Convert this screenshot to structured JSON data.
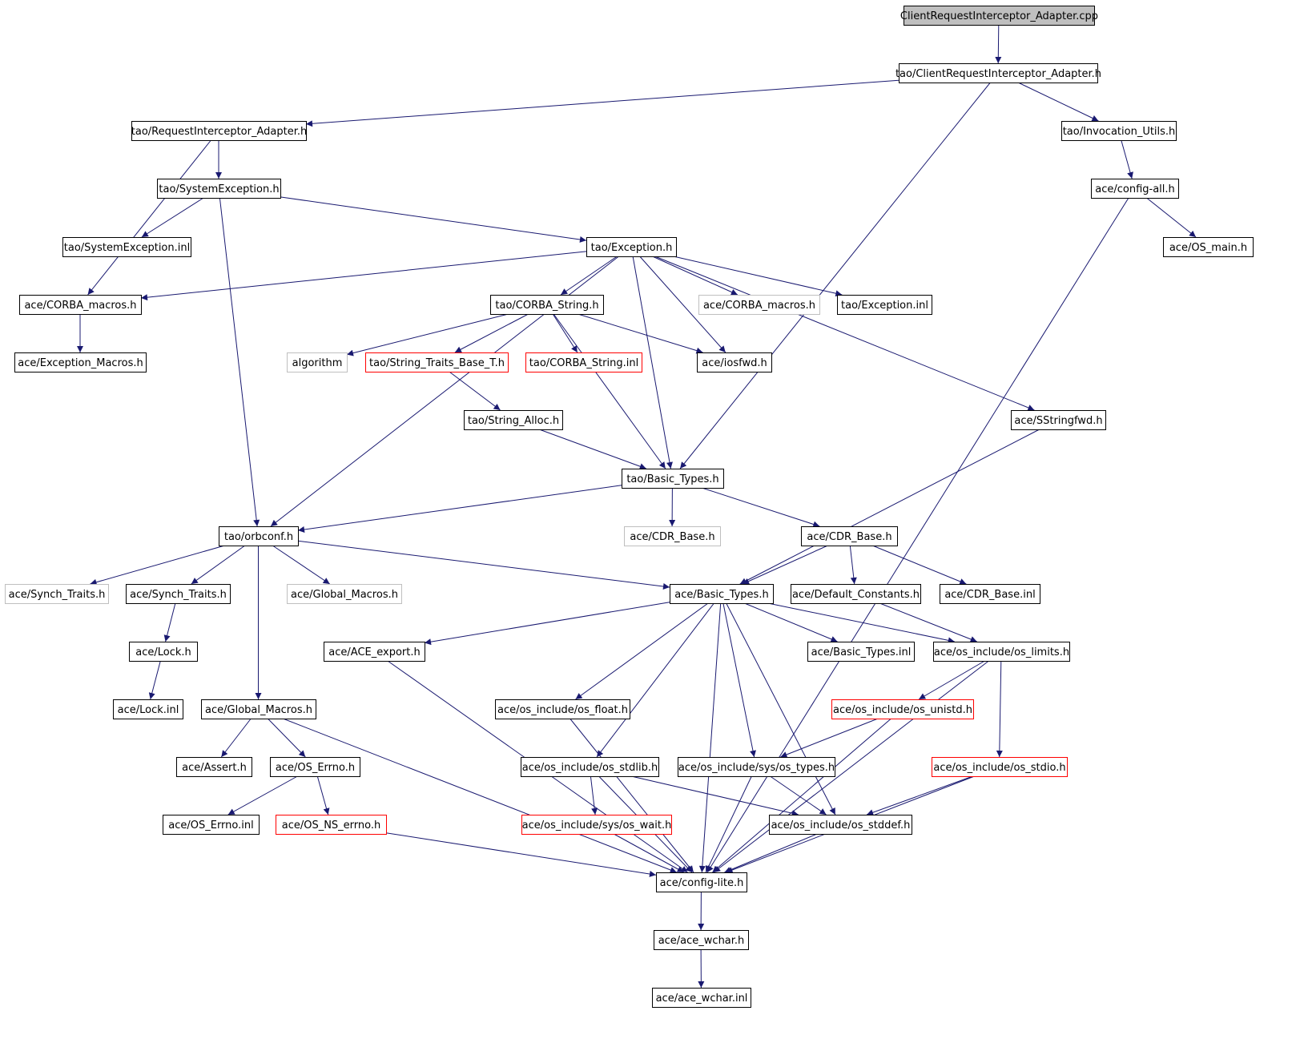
{
  "colors": {
    "edge": "#191970",
    "normal_border": "#000000",
    "red_border": "#ff0000",
    "gray_border": "#bfbfbf",
    "root_fill": "#bfbfbf",
    "fill": "#ffffff"
  },
  "nodes": [
    {
      "id": "root",
      "label": "ClientRequestInterceptor_Adapter.cpp",
      "style": "root"
    },
    {
      "id": "n_cria",
      "label": "tao/ClientRequestInterceptor_Adapter.h",
      "style": "normal"
    },
    {
      "id": "n_ria",
      "label": "tao/RequestInterceptor_Adapter.h",
      "style": "normal"
    },
    {
      "id": "n_inv",
      "label": "tao/Invocation_Utils.h",
      "style": "normal"
    },
    {
      "id": "n_sysex",
      "label": "tao/SystemException.h",
      "style": "normal"
    },
    {
      "id": "n_cfgall",
      "label": "ace/config-all.h",
      "style": "normal"
    },
    {
      "id": "n_sysexinl",
      "label": "tao/SystemException.inl",
      "style": "normal"
    },
    {
      "id": "n_exc",
      "label": "tao/Exception.h",
      "style": "normal"
    },
    {
      "id": "n_osmain",
      "label": "ace/OS_main.h",
      "style": "normal"
    },
    {
      "id": "n_corbamac",
      "label": "ace/CORBA_macros.h",
      "style": "normal"
    },
    {
      "id": "n_corbastr",
      "label": "tao/CORBA_String.h",
      "style": "normal"
    },
    {
      "id": "n_corbamac2",
      "label": "ace/CORBA_macros.h",
      "style": "gray"
    },
    {
      "id": "n_excinl",
      "label": "tao/Exception.inl",
      "style": "normal"
    },
    {
      "id": "n_excmac",
      "label": "ace/Exception_Macros.h",
      "style": "normal"
    },
    {
      "id": "n_algo",
      "label": "algorithm",
      "style": "gray"
    },
    {
      "id": "n_strtraits",
      "label": "tao/String_Traits_Base_T.h",
      "style": "red"
    },
    {
      "id": "n_corbastrinl",
      "label": "tao/CORBA_String.inl",
      "style": "red"
    },
    {
      "id": "n_iosfwd",
      "label": "ace/iosfwd.h",
      "style": "normal"
    },
    {
      "id": "n_stralloc",
      "label": "tao/String_Alloc.h",
      "style": "normal"
    },
    {
      "id": "n_sstrfwd",
      "label": "ace/SStringfwd.h",
      "style": "normal"
    },
    {
      "id": "n_taobt",
      "label": "tao/Basic_Types.h",
      "style": "normal"
    },
    {
      "id": "n_orbconf",
      "label": "tao/orbconf.h",
      "style": "normal"
    },
    {
      "id": "n_cdrbase_g",
      "label": "ace/CDR_Base.h",
      "style": "gray"
    },
    {
      "id": "n_cdrbase",
      "label": "ace/CDR_Base.h",
      "style": "normal"
    },
    {
      "id": "n_synch_g",
      "label": "ace/Synch_Traits.h",
      "style": "gray"
    },
    {
      "id": "n_synch",
      "label": "ace/Synch_Traits.h",
      "style": "normal"
    },
    {
      "id": "n_globmac_g",
      "label": "ace/Global_Macros.h",
      "style": "gray"
    },
    {
      "id": "n_acebt",
      "label": "ace/Basic_Types.h",
      "style": "normal"
    },
    {
      "id": "n_defconst",
      "label": "ace/Default_Constants.h",
      "style": "normal"
    },
    {
      "id": "n_cdrinl",
      "label": "ace/CDR_Base.inl",
      "style": "normal"
    },
    {
      "id": "n_lock",
      "label": "ace/Lock.h",
      "style": "normal"
    },
    {
      "id": "n_aceexport",
      "label": "ace/ACE_export.h",
      "style": "normal"
    },
    {
      "id": "n_btinl",
      "label": "ace/Basic_Types.inl",
      "style": "normal"
    },
    {
      "id": "n_oslimits",
      "label": "ace/os_include/os_limits.h",
      "style": "normal"
    },
    {
      "id": "n_lockinl",
      "label": "ace/Lock.inl",
      "style": "normal"
    },
    {
      "id": "n_globmac",
      "label": "ace/Global_Macros.h",
      "style": "normal"
    },
    {
      "id": "n_osfloat",
      "label": "ace/os_include/os_float.h",
      "style": "normal"
    },
    {
      "id": "n_osunistd",
      "label": "ace/os_include/os_unistd.h",
      "style": "red"
    },
    {
      "id": "n_assert",
      "label": "ace/Assert.h",
      "style": "normal"
    },
    {
      "id": "n_oserrno",
      "label": "ace/OS_Errno.h",
      "style": "normal"
    },
    {
      "id": "n_osstdlib",
      "label": "ace/os_include/os_stdlib.h",
      "style": "normal"
    },
    {
      "id": "n_ostypes",
      "label": "ace/os_include/sys/os_types.h",
      "style": "normal"
    },
    {
      "id": "n_osstdio",
      "label": "ace/os_include/os_stdio.h",
      "style": "red"
    },
    {
      "id": "n_oserrnoinl",
      "label": "ace/OS_Errno.inl",
      "style": "normal"
    },
    {
      "id": "n_osnserrno",
      "label": "ace/OS_NS_errno.h",
      "style": "red"
    },
    {
      "id": "n_oswait",
      "label": "ace/os_include/sys/os_wait.h",
      "style": "red"
    },
    {
      "id": "n_osstddef",
      "label": "ace/os_include/os_stddef.h",
      "style": "normal"
    },
    {
      "id": "n_cfglite",
      "label": "ace/config-lite.h",
      "style": "normal"
    },
    {
      "id": "n_wchar",
      "label": "ace/ace_wchar.h",
      "style": "normal"
    },
    {
      "id": "n_wcharinl",
      "label": "ace/ace_wchar.inl",
      "style": "normal"
    }
  ],
  "edges": [
    [
      "root",
      "n_cria"
    ],
    [
      "n_cria",
      "n_ria"
    ],
    [
      "n_cria",
      "n_inv"
    ],
    [
      "n_cria",
      "n_taobt"
    ],
    [
      "n_ria",
      "n_sysex"
    ],
    [
      "n_ria",
      "n_corbamac"
    ],
    [
      "n_inv",
      "n_cfgall"
    ],
    [
      "n_cfgall",
      "n_osmain"
    ],
    [
      "n_cfgall",
      "n_cfglite"
    ],
    [
      "n_sysex",
      "n_sysexinl"
    ],
    [
      "n_sysex",
      "n_exc"
    ],
    [
      "n_sysex",
      "n_orbconf"
    ],
    [
      "n_exc",
      "n_corbamac"
    ],
    [
      "n_exc",
      "n_corbastr"
    ],
    [
      "n_exc",
      "n_corbamac2"
    ],
    [
      "n_exc",
      "n_excinl"
    ],
    [
      "n_exc",
      "n_iosfwd"
    ],
    [
      "n_exc",
      "n_taobt"
    ],
    [
      "n_exc",
      "n_orbconf"
    ],
    [
      "n_exc",
      "n_sstrfwd"
    ],
    [
      "n_corbamac",
      "n_excmac"
    ],
    [
      "n_corbastr",
      "n_algo"
    ],
    [
      "n_corbastr",
      "n_strtraits"
    ],
    [
      "n_corbastr",
      "n_corbastrinl"
    ],
    [
      "n_corbastr",
      "n_iosfwd"
    ],
    [
      "n_corbastr",
      "n_taobt"
    ],
    [
      "n_strtraits",
      "n_stralloc"
    ],
    [
      "n_stralloc",
      "n_taobt"
    ],
    [
      "n_sstrfwd",
      "n_acebt"
    ],
    [
      "n_taobt",
      "n_orbconf"
    ],
    [
      "n_taobt",
      "n_cdrbase_g"
    ],
    [
      "n_taobt",
      "n_cdrbase"
    ],
    [
      "n_orbconf",
      "n_synch_g"
    ],
    [
      "n_orbconf",
      "n_synch"
    ],
    [
      "n_orbconf",
      "n_globmac_g"
    ],
    [
      "n_orbconf",
      "n_acebt"
    ],
    [
      "n_orbconf",
      "n_globmac"
    ],
    [
      "n_cdrbase",
      "n_acebt"
    ],
    [
      "n_cdrbase",
      "n_defconst"
    ],
    [
      "n_cdrbase",
      "n_cdrinl"
    ],
    [
      "n_synch",
      "n_lock"
    ],
    [
      "n_lock",
      "n_lockinl"
    ],
    [
      "n_acebt",
      "n_aceexport"
    ],
    [
      "n_acebt",
      "n_btinl"
    ],
    [
      "n_acebt",
      "n_oslimits"
    ],
    [
      "n_acebt",
      "n_osfloat"
    ],
    [
      "n_acebt",
      "n_osstdlib"
    ],
    [
      "n_acebt",
      "n_ostypes"
    ],
    [
      "n_acebt",
      "n_osstddef"
    ],
    [
      "n_acebt",
      "n_cfglite"
    ],
    [
      "n_defconst",
      "n_oslimits"
    ],
    [
      "n_aceexport",
      "n_cfglite"
    ],
    [
      "n_oslimits",
      "n_osunistd"
    ],
    [
      "n_oslimits",
      "n_osstdio"
    ],
    [
      "n_oslimits",
      "n_cfglite"
    ],
    [
      "n_globmac",
      "n_assert"
    ],
    [
      "n_globmac",
      "n_oserrno"
    ],
    [
      "n_globmac",
      "n_cfglite"
    ],
    [
      "n_osfloat",
      "n_cfglite"
    ],
    [
      "n_osunistd",
      "n_ostypes"
    ],
    [
      "n_osunistd",
      "n_cfglite"
    ],
    [
      "n_oserrno",
      "n_oserrnoinl"
    ],
    [
      "n_oserrno",
      "n_osnserrno"
    ],
    [
      "n_osstdlib",
      "n_oswait"
    ],
    [
      "n_osstdlib",
      "n_osstddef"
    ],
    [
      "n_osstdlib",
      "n_cfglite"
    ],
    [
      "n_ostypes",
      "n_osstddef"
    ],
    [
      "n_ostypes",
      "n_cfglite"
    ],
    [
      "n_osstdio",
      "n_osstddef"
    ],
    [
      "n_osstdio",
      "n_cfglite"
    ],
    [
      "n_osnserrno",
      "n_cfglite"
    ],
    [
      "n_oswait",
      "n_cfglite"
    ],
    [
      "n_osstddef",
      "n_cfglite"
    ],
    [
      "n_cfglite",
      "n_wchar"
    ],
    [
      "n_wchar",
      "n_wcharinl"
    ]
  ]
}
